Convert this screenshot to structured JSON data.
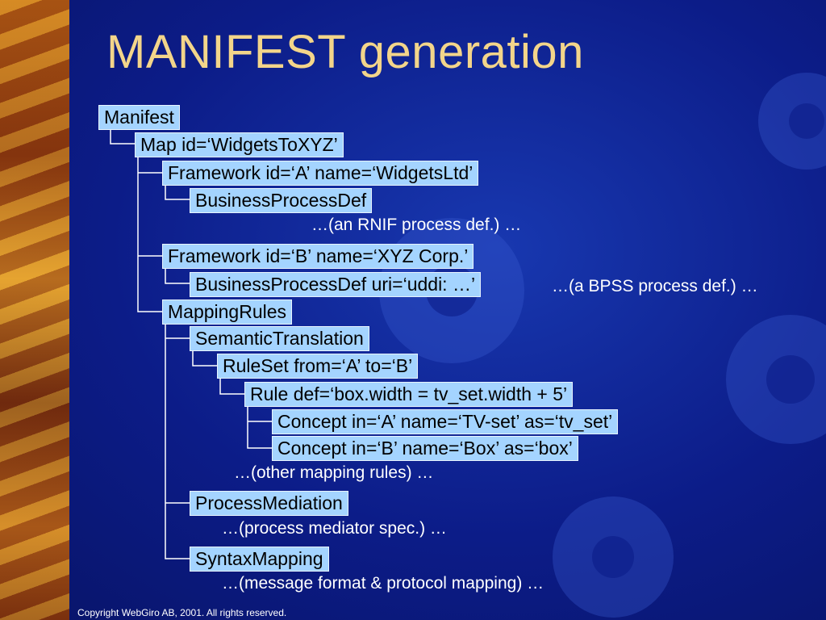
{
  "slide": {
    "title": "MANIFEST generation",
    "copyright": "Copyright WebGiro AB, 2001. All rights reserved."
  },
  "tree": {
    "manifest": "Manifest",
    "map": "Map id=‘WidgetsToXYZ’",
    "framework_a": "Framework id=‘A’ name=‘WidgetsLtd’",
    "bpd_a": "BusinessProcessDef",
    "note_rnif": "…(an RNIF process def.) …",
    "framework_b": "Framework id=‘B’ name=‘XYZ Corp.’",
    "bpd_b": "BusinessProcessDef uri=‘uddi: …’",
    "note_bpss": "…(a BPSS process def.) …",
    "mapping_rules": "MappingRules",
    "semantic_translation": "SemanticTranslation",
    "ruleset": "RuleSet from=‘A’ to=‘B’",
    "rule": "Rule def=‘box.width = tv_set.width + 5’",
    "concept_a": "Concept in=‘A’ name=‘TV-set’ as=‘tv_set’",
    "concept_b": "Concept in=‘B’ name=‘Box’ as=‘box’",
    "note_other_rules": "…(other mapping rules) …",
    "process_mediation": "ProcessMediation",
    "note_mediator": "…(process mediator spec.) …",
    "syntax_mapping": "SyntaxMapping",
    "note_message_format": "…(message format & protocol mapping) …"
  }
}
